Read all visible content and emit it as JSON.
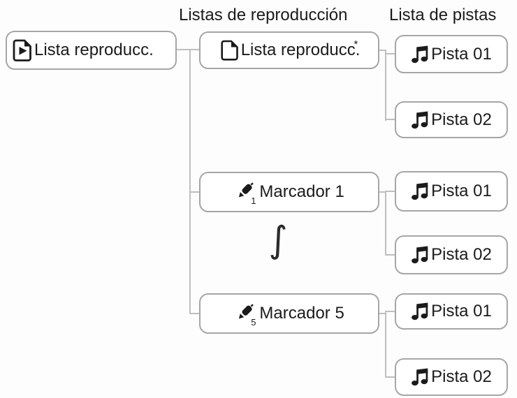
{
  "colors": {
    "box_border": "#a6a6a6",
    "connector_line": "#bfbfbf",
    "text": "#1b1b1b",
    "background": "#fdfdfd"
  },
  "column_headers": {
    "playlists": "Listas de reproducción",
    "tracks": "Lista de pistas"
  },
  "root_box": {
    "label": "Lista reproducc.",
    "icon": "playlist-file-icon"
  },
  "playlist_boxes": [
    {
      "label": "Lista reproducc.",
      "footnote_mark": "*",
      "icon": "document-icon"
    },
    {
      "label": "Marcador 1",
      "icon": "marker-icon",
      "icon_number": "1"
    },
    {
      "label": "Marcador 5",
      "icon": "marker-icon",
      "icon_number": "5"
    }
  ],
  "continuation_mark": "∫",
  "track_groups": [
    {
      "tracks": [
        "Pista 01",
        "Pista 02"
      ],
      "icon": "music-note-icon"
    },
    {
      "tracks": [
        "Pista 01",
        "Pista 02"
      ],
      "icon": "music-note-icon"
    },
    {
      "tracks": [
        "Pista 01",
        "Pista 02"
      ],
      "icon": "music-note-icon"
    }
  ]
}
